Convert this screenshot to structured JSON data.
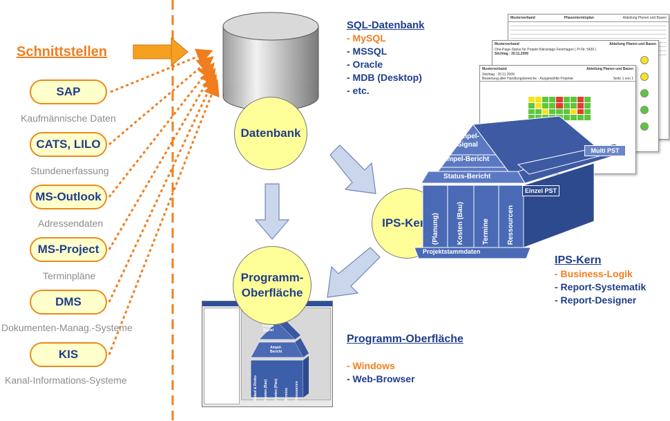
{
  "title": "Schnittstellen",
  "interfaces": [
    {
      "label": "SAP",
      "sub": "Kaufmännische Daten"
    },
    {
      "label": "CATS, LILO",
      "sub": "Stundenerfassung"
    },
    {
      "label": "MS-Outlook",
      "sub": "Adressendaten"
    },
    {
      "label": "MS-Project",
      "sub": "Terminpläne"
    },
    {
      "label": "DMS",
      "sub": "Dokumenten-Manag.-Systeme"
    },
    {
      "label": "KIS",
      "sub": "Kanal-Informations-Systeme"
    }
  ],
  "nodes": {
    "datenbank": "Datenbank",
    "ips_kern": "IPS-Kern",
    "programm_line1": "Programm-",
    "programm_line2": "Oberfläche"
  },
  "sql": {
    "heading": "SQL-Datenbank",
    "items": [
      {
        "text": "- MySQL",
        "color": "orange"
      },
      {
        "text": "- MSSQL",
        "color": "blue"
      },
      {
        "text": "- Oracle",
        "color": "blue"
      },
      {
        "text": "- MDB (Desktop)",
        "color": "blue"
      },
      {
        "text": "- etc.",
        "color": "blue"
      }
    ]
  },
  "ips": {
    "heading": "IPS-Kern",
    "items": [
      {
        "text": "- Business-Logik",
        "color": "orange"
      },
      {
        "text": "- Report-Systematik",
        "color": "blue"
      },
      {
        "text": "- Report-Designer",
        "color": "blue"
      }
    ]
  },
  "ui": {
    "heading": "Programm-Oberfläche",
    "items": [
      {
        "text": "- Windows",
        "color": "orange"
      },
      {
        "text": "- Web-Browser",
        "color": "blue"
      }
    ]
  },
  "house": {
    "roof_signal": "Signal",
    "roof_ampel": "Ampel-",
    "ampel_bericht": "Ampel-Bericht",
    "status_bericht": "Status-Bericht",
    "pillars": [
      "(Planung)",
      "Kosten (Bau)",
      "Termine",
      "Ressourcen"
    ],
    "foundation": "Projektstammdaten",
    "multi_pst": "Multi PST",
    "einzel_pst": "Einzel PST"
  },
  "small_house": {
    "roof_line1": "Ampel-",
    "roof_line2": "Signal",
    "tier": "Ampel-",
    "tier2": "Bericht",
    "pillars": [
      "Ablauf & Risiko",
      "Kosten (Bau)",
      "Kosten (Plan)",
      "Termine",
      "Ressourcen"
    ]
  },
  "reports": [
    {
      "org": "Musterverband",
      "title": "Phasenterminplan",
      "dept": "Abteilung Planen und Bauen"
    },
    {
      "org": "Musterverband",
      "title": "One-Page-Status für Projekt Kläranlage Feierhagen ( Pr.Nr. 5430 )",
      "dept": "Abteilung Planen und Bauen",
      "date": "Stichtag : 20.11.2009"
    },
    {
      "org": "Musterverband",
      "title": "Bewertung aller Handlungsbereiche - Ausgewählte Projekte",
      "dept": "Abteilung Planen und Bauen",
      "date": "Stichtag : 20.11.2009",
      "page": "Seite 1 von 1"
    }
  ],
  "colors": {
    "accent_orange": "#f07e1e",
    "brand_blue": "#1f3d8a",
    "node_yellow": "#ffff99",
    "pill_fill": "#ffffcc",
    "house_blue": "#4a6ab5",
    "arrow_fill": "#c9d6ec"
  }
}
